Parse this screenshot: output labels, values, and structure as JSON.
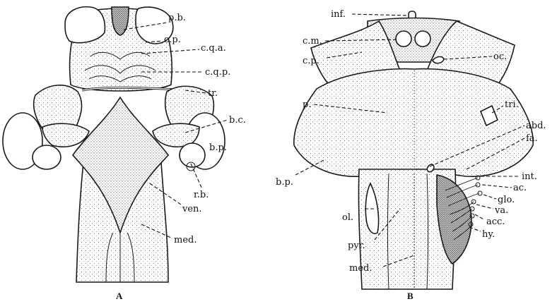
{
  "figure": {
    "panels": [
      {
        "id": "A",
        "letter": "A",
        "labels": {
          "pb": "p.b.",
          "cp": "c.p.",
          "cqa": "c.q.a.",
          "cqp": "c.q.p.",
          "tr": "tr.",
          "bc": "b.c.",
          "bp": "b.p.",
          "rb": "r.b.",
          "ven": "ven.",
          "med": "med."
        }
      },
      {
        "id": "B",
        "letter": "B",
        "labels": {
          "inf": "inf.",
          "cm": "c.m.",
          "cp": "c.p.",
          "oc": "oc.",
          "p": "p.",
          "tri": "tri.",
          "abd": "abd.",
          "fa": "fa.",
          "bp": "b.p.",
          "int": "int.",
          "ac": "ac.",
          "glo": "glo.",
          "va": "va.",
          "acc": "acc.",
          "hy": "hy.",
          "ol": "ol.",
          "pyr": "pyr.",
          "med": "med."
        }
      }
    ]
  },
  "colors": {
    "ink": "#1a1a1a",
    "paper": "#ffffff",
    "light_stipple": "#e9e9e9",
    "mid_stipple": "#cfcfcf",
    "dark_stipple": "#a9a9a9"
  }
}
